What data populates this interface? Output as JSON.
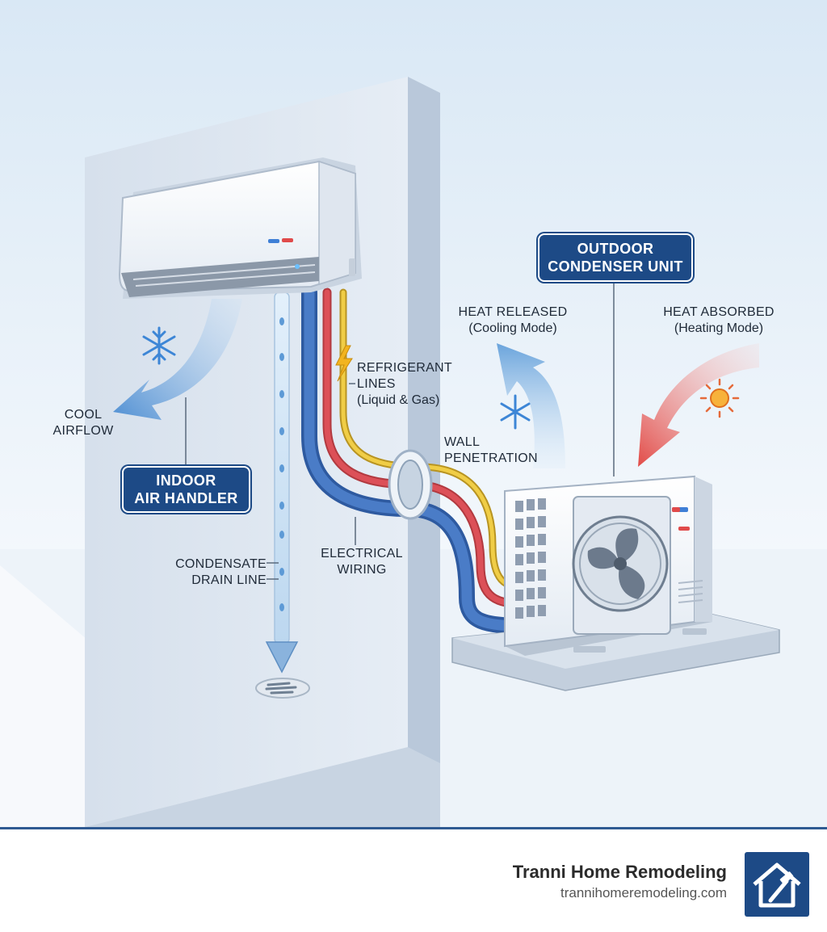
{
  "labels": {
    "cool_airflow": [
      "COOL",
      "AIRFLOW"
    ],
    "indoor_air_handler": [
      "INDOOR",
      "AIR HANDLER"
    ],
    "condensate_drain_line": [
      "CONDENSATE",
      "DRAIN LINE"
    ],
    "refrigerant_lines": [
      "REFRIGERANT",
      "LINES",
      "(Liquid & Gas)"
    ],
    "electrical_wiring": [
      "ELECTRICAL",
      "WIRING"
    ],
    "wall_penetration": [
      "WALL",
      "PENETRATION"
    ],
    "heat_released": [
      "HEAT RELEASED",
      "(Cooling Mode)"
    ],
    "heat_absorbed": [
      "HEAT ABSORBED",
      "(Heating Mode)"
    ],
    "outdoor_condenser_unit": [
      "OUTDOOR",
      "CONDENSER UNIT"
    ]
  },
  "footer": {
    "brand_name": "Tranni Home Remodeling",
    "brand_url": "trannihomeremodeling.com"
  },
  "icons": [
    "snowflake-icon",
    "sun-icon",
    "lightning-icon",
    "fan-icon",
    "drain-icon",
    "house-hammer-logo-icon"
  ],
  "colors": {
    "brand_blue": "#1d4a86",
    "liquid_line": "#3f6fb5",
    "gas_line": "#d8474f",
    "wire": "#e8c23a",
    "cool_arrow": "#5b9bd8",
    "heat_arrow": "#e9534f"
  }
}
